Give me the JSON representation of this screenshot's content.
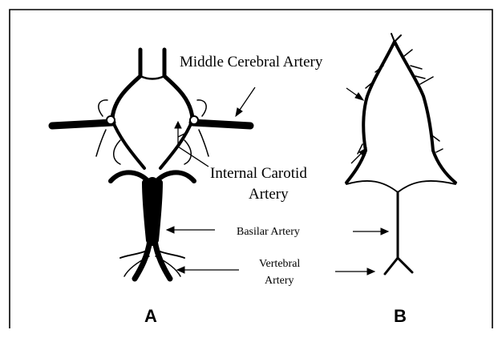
{
  "labels": {
    "middle_cerebral": "Middle Cerebral Artery",
    "internal_carotid_line1": "Internal  Carotid",
    "internal_carotid_line2": "Artery",
    "basilar": "Basilar Artery",
    "vertebral_line1": "Vertebral",
    "vertebral_line2": "Artery",
    "panel_a": "A",
    "panel_b": "B"
  }
}
